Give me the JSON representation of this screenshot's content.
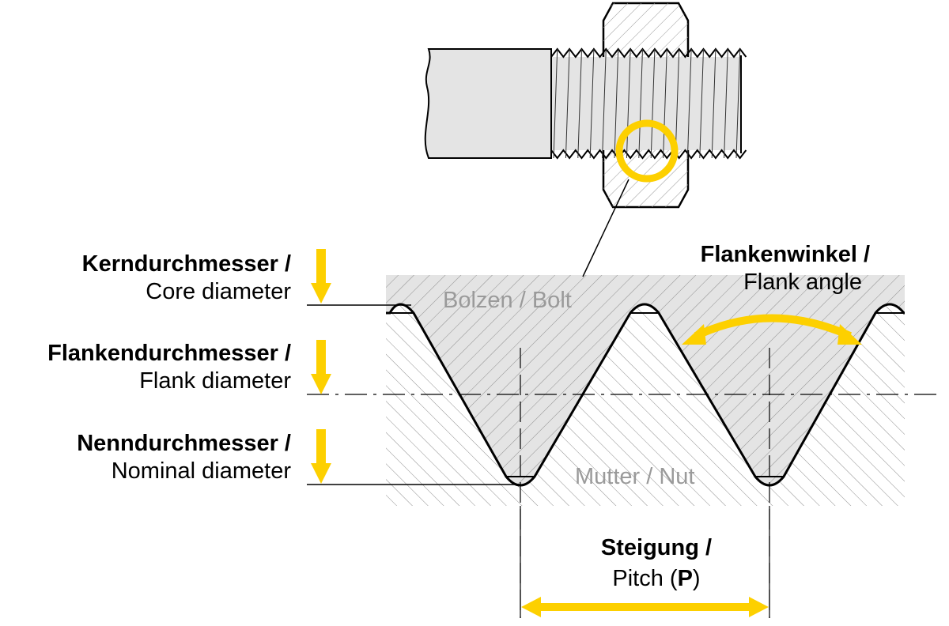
{
  "labels": {
    "core": {
      "de": "Kerndurchmesser /",
      "en": "Core diameter"
    },
    "flank": {
      "de": "Flankendurchmesser /",
      "en": "Flank diameter"
    },
    "nominal": {
      "de": "Nenndurchmesser /",
      "en": "Nominal diameter"
    },
    "flank_angle": {
      "de": "Flankenwinkel /",
      "en": "Flank angle"
    },
    "pitch": {
      "de": "Steigung /",
      "en_prefix": "Pitch (",
      "en_symbol": "P",
      "en_suffix": ")"
    },
    "bolt": "Bolzen / Bolt",
    "nut": "Mutter / Nut"
  },
  "colors": {
    "accent": "#FDD000",
    "outline": "#000000",
    "bolt_fill": "#e4e4e4",
    "hatch": "#9a9a9a",
    "label_gray": "#9a9a9a"
  }
}
